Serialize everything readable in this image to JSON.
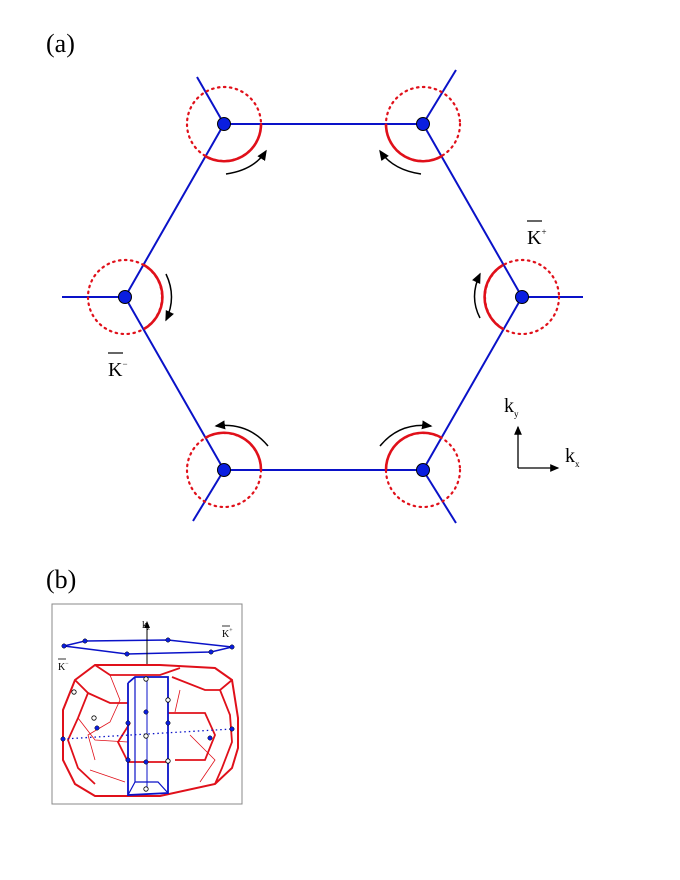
{
  "panel_a": {
    "label": "(a)",
    "k_plus_label": {
      "base": "K",
      "sup": "+"
    },
    "k_minus_label": {
      "base": "K",
      "sup": "−"
    },
    "axes": {
      "kx": {
        "base": "k",
        "sub": "x"
      },
      "ky": {
        "base": "k",
        "sub": "y"
      }
    }
  },
  "panel_b": {
    "label": "(b)",
    "kz_label": {
      "base": "k",
      "sub": "z"
    },
    "k_plus_label": {
      "base": "K",
      "sup": "+"
    },
    "k_minus_label": {
      "base": "K",
      "sup": "−"
    }
  },
  "colors": {
    "brillouin_zone": "#0a12c8",
    "fermi_arc": "#e0101a",
    "node_fill": "#0a1ee0",
    "arrow": "#000000"
  }
}
